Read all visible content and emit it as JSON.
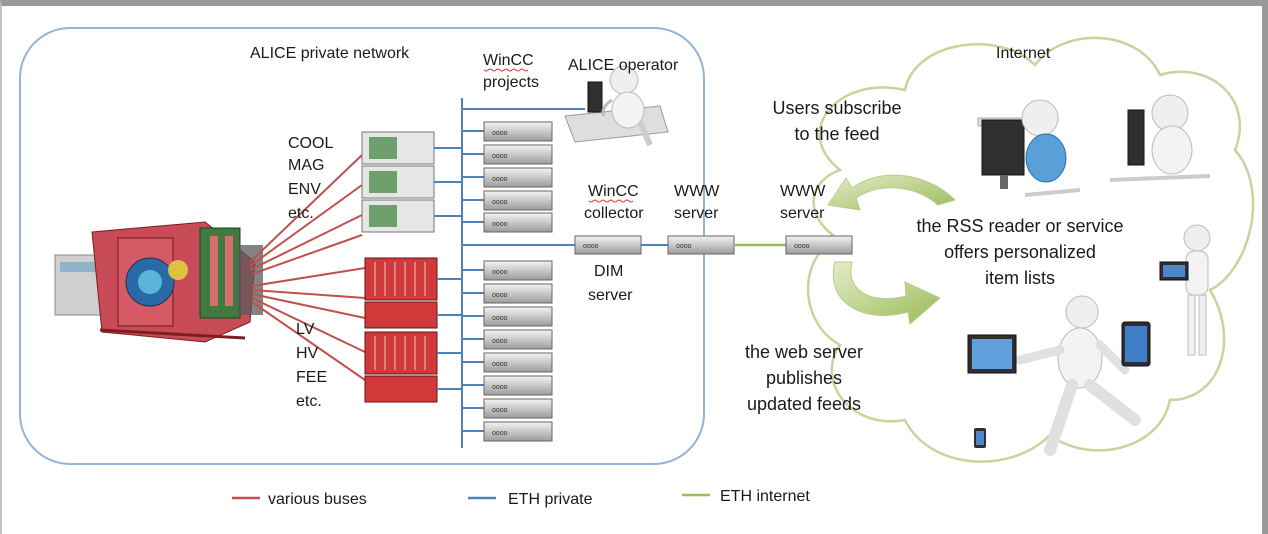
{
  "labels": {
    "private_network": "ALICE private network",
    "wincc_projects_1": "WinCC",
    "wincc_projects_2": "projects",
    "operator": "ALICE operator",
    "internet": "Internet",
    "subscribe_1": "Users subscribe",
    "subscribe_2": "to the feed",
    "cool": "COOL",
    "mag": "MAG",
    "env": "ENV",
    "etc_top": "etc.",
    "collector_1": "WinCC",
    "collector_2": "collector",
    "www_server_private_1": "WWW",
    "www_server_private_2": "server",
    "www_server_internet_1": "WWW",
    "www_server_internet_2": "server",
    "rss_1": "the RSS reader or service",
    "rss_2": "offers personalized",
    "rss_3": "item lists",
    "dim_1": "DIM",
    "dim_2": "server",
    "lv": "LV",
    "hv": "HV",
    "fee": "FEE",
    "etc_bottom": "etc.",
    "web_1": "the web server",
    "web_2": "publishes",
    "web_3": "updated feeds"
  },
  "legend": {
    "buses": "various buses",
    "eth_private": "ETH private",
    "eth_internet": "ETH internet"
  },
  "colors": {
    "buses": "#c0504d",
    "eth_private": "#4f81bd",
    "eth_internet": "#9bbb59",
    "cloud": "#c3d69b",
    "network_box": "#95b3d7"
  }
}
